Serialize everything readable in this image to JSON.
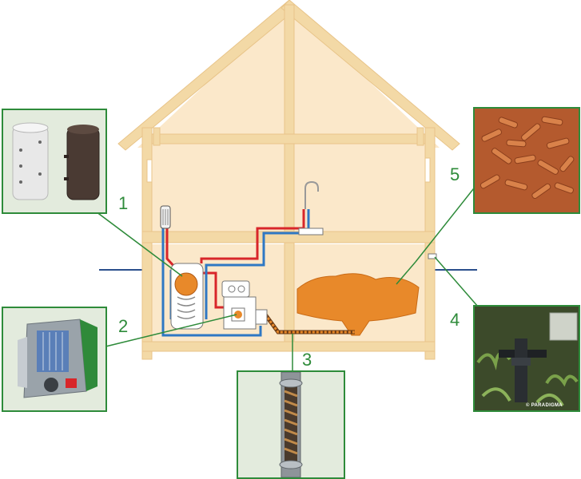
{
  "callouts": [
    {
      "number": "1",
      "component": "buffer-tanks"
    },
    {
      "number": "2",
      "component": "pellet-boiler"
    },
    {
      "number": "3",
      "component": "screw-conveyor"
    },
    {
      "number": "4",
      "component": "fill-pipe"
    },
    {
      "number": "5",
      "component": "wood-pellets"
    }
  ],
  "photo_credit": "© PARADIGMA",
  "colors": {
    "callout_green": "#2e8b3a",
    "inset_background": "#e3ebdd",
    "timber": "#f3d9a6",
    "wall_fill": "#fbe8ca",
    "hot_pipe": "#d8262a",
    "cold_pipe": "#2f78c4",
    "pellets": "#e8892a"
  }
}
